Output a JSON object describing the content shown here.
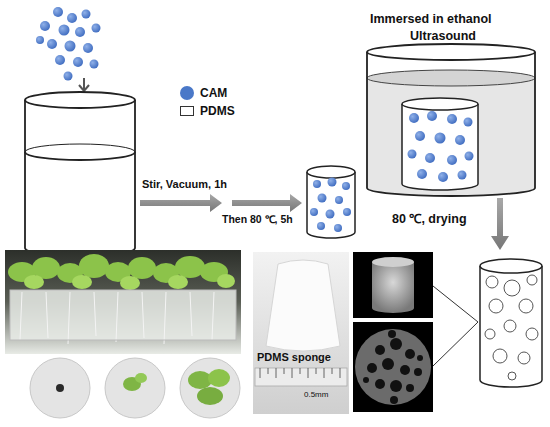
{
  "diagram": {
    "labels": [
      "Stir, Vacuum, 1h",
      "Then 80 ℃, 5h",
      "Immersed in ethanol",
      "Ultrasound",
      "80 ℃, drying",
      "PDMS sponge",
      "0.5mm"
    ],
    "legend": [
      {
        "text": "CAM",
        "color": "#4a78c8"
      },
      {
        "text": "PDMS"
      }
    ]
  }
}
